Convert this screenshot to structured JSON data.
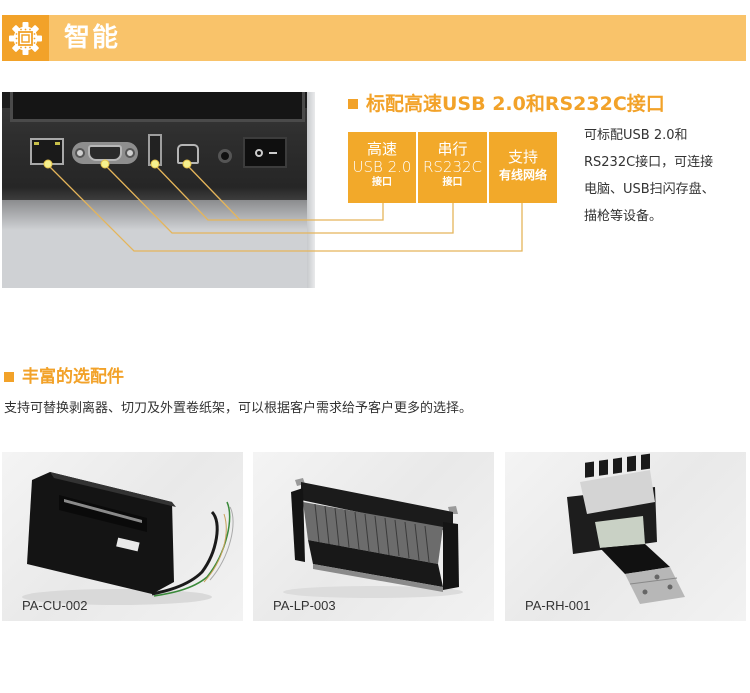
{
  "banner": {
    "title": "智能",
    "icon": "chip-gear-icon",
    "colors": {
      "banner_bg": "#F9C36A",
      "icon_bg": "#F2A229"
    }
  },
  "interfaces": {
    "heading": "标配高速USB 2.0和RS232C接口",
    "photo_ports": [
      "LAN port",
      "RS232C serial port",
      "USB-A port",
      "USB-B port",
      "DC power jack",
      "power switch"
    ],
    "boxes": [
      {
        "line1": "高速",
        "line2": "USB 2.0",
        "line3": "接口"
      },
      {
        "line1": "串行",
        "line2": "RS232C",
        "line3": "接口"
      },
      {
        "line1": "支持",
        "line2": "有线网络",
        "line3": ""
      }
    ],
    "description": [
      "可标配USB 2.0和",
      "RS232C接口，可连接",
      "电脑、USB扫闪存盘、",
      "描枪等设备。"
    ],
    "accent_color": "#F2A229"
  },
  "accessories": {
    "heading": "丰富的选配件",
    "subtitle": "支持可替换剥离器、切刀及外置卷纸架，可以根据客户需求给予客户更多的选择。",
    "items": [
      {
        "label": "PA-CU-002",
        "image": "cutter-module"
      },
      {
        "label": "PA-LP-003",
        "image": "label-peeler-module"
      },
      {
        "label": "PA-RH-001",
        "image": "external-roll-holder"
      }
    ]
  }
}
